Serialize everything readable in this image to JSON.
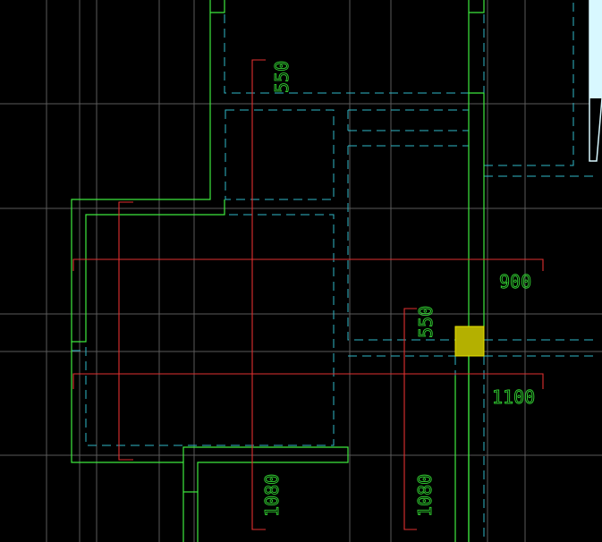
{
  "drawing": {
    "colors": {
      "background": "#000000",
      "grid": "#5a5a5a",
      "wall_outline": "#3ee83e",
      "dashed_outline": "#2fb8c8",
      "dimension": "#e03030",
      "dimension_text": "#32d232",
      "selection_grip": "#b4b000",
      "edge_highlight": "#d8f8ff"
    },
    "dimensions": {
      "top_vertical": "550",
      "right_vertical": "550",
      "horizontal_upper": "900",
      "horizontal_lower": "1100",
      "bottom_left_vertical": "1080",
      "bottom_right_vertical": "1080"
    }
  }
}
